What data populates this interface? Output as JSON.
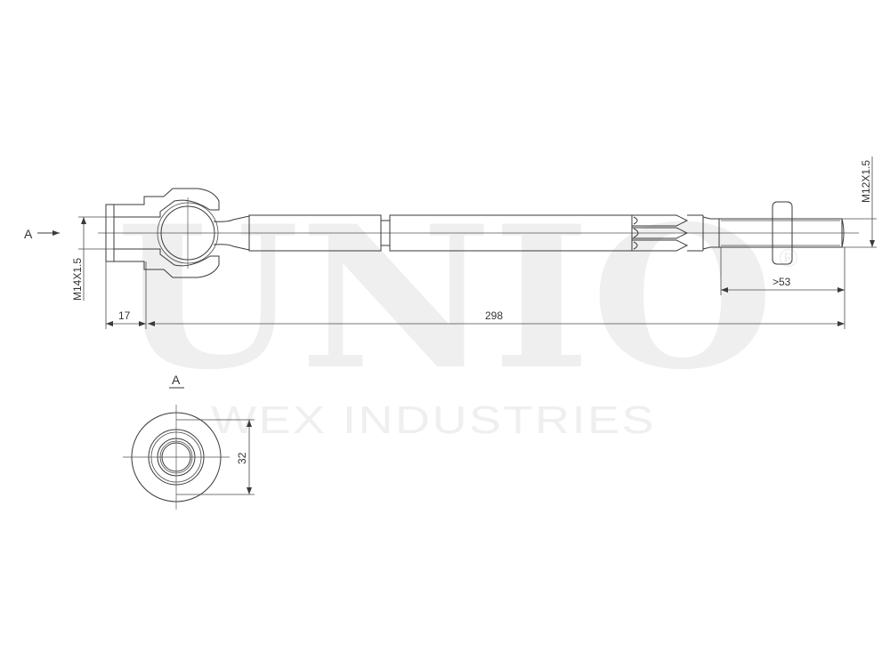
{
  "watermark": {
    "brand": "UNIO",
    "registered": "®",
    "subtitle": "WEX INDUSTRIES"
  },
  "drawing": {
    "part": "inner tie rod (axial joint)",
    "view_arrow_label": "A",
    "section_view_label": "A",
    "dimensions": {
      "inner_thread": "M14X1.5",
      "outer_thread": "M12X1.5",
      "inner_length": "17",
      "overall_length": "298",
      "thread_length": ">53",
      "housing_diameter": "32"
    }
  },
  "colors": {
    "line": "#3a3a3a",
    "watermark": "#efefef",
    "background": "#ffffff"
  }
}
